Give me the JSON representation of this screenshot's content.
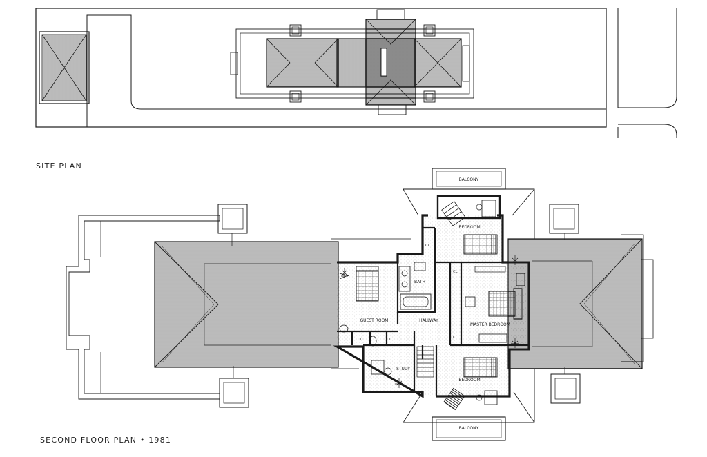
{
  "captions": {
    "site_plan": "SITE PLAN",
    "second_floor": "SECOND FLOOR PLAN • 1981"
  },
  "rooms": {
    "balcony_top": "BALCONY",
    "bedroom_north": "BEDROOM",
    "bath": "BATH",
    "guest_room": "GUEST ROOM",
    "hallway": "HALLWAY",
    "master_bedroom": "MASTER BEDROOM",
    "study": "STUDY",
    "bedroom_south": "BEDROOM",
    "balcony_bottom": "BALCONY",
    "closet_1": "CL.",
    "closet_2": "CL.",
    "closet_3": "CL.",
    "closet_4": "CL.",
    "closet_5": "CL."
  },
  "colors": {
    "ink": "#1a1a1a",
    "paper": "#ffffff"
  }
}
